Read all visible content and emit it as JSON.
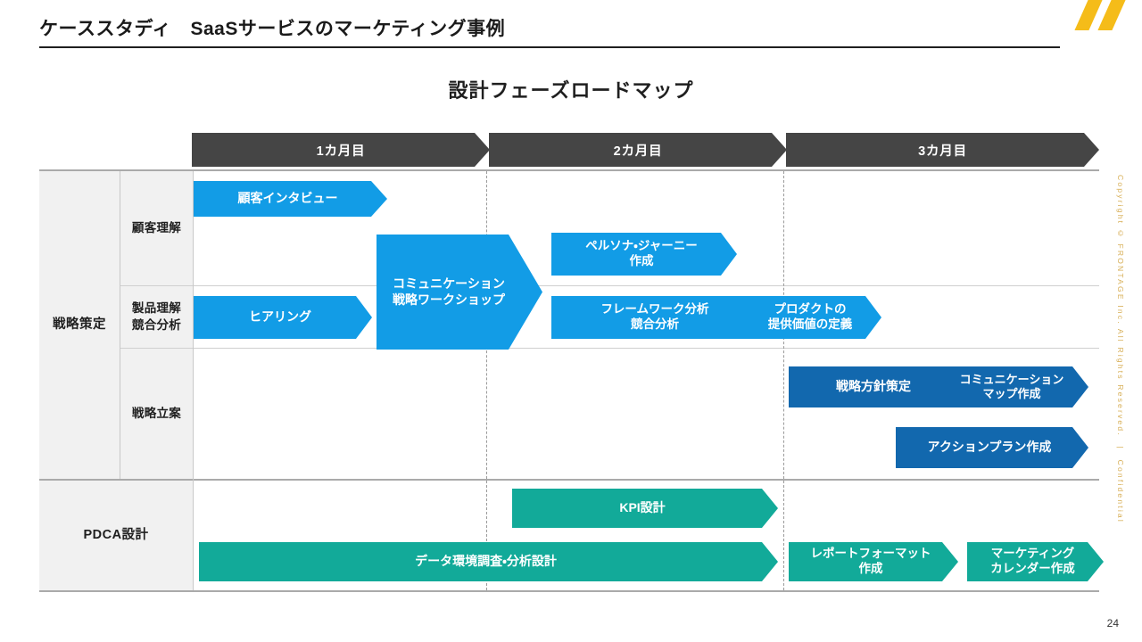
{
  "slide": {
    "header_title": "ケーススタディ　SaaSサービスのマーケティング事例",
    "chart_title": "設計フェーズロードマップ",
    "confidential_note": "Copyright © FRONTAGE Inc. All Rights Reserved.　|　Confidential",
    "page_number": "24"
  },
  "colors": {
    "accent_gold": "#F5BC19",
    "phase_header": "#454545",
    "bar_blue_light": "#129CE6",
    "bar_blue_dark": "#1268AE",
    "bar_teal": "#12AA99",
    "label_bg": "#F1F1F1",
    "grid_line": "#AAAAAA"
  },
  "chart_data": {
    "type": "bar",
    "title": "設計フェーズロードマップ",
    "xlabel": "",
    "ylabel": "",
    "grid": true,
    "legend": "none",
    "categories": [
      "1カ月目",
      "2カ月目",
      "3カ月目"
    ],
    "xlim": [
      0,
      3
    ],
    "phases": [
      {
        "label": "1カ月目",
        "start": 0,
        "end": 1
      },
      {
        "label": "2カ月目",
        "start": 1,
        "end": 2
      },
      {
        "label": "3カ月目",
        "start": 2,
        "end": 3
      }
    ],
    "groups": [
      {
        "name": "戦略策定",
        "rows": [
          {
            "name": "顧客理解",
            "tasks": [
              {
                "label": "顧客インタビュー",
                "start": 0.0,
                "end": 0.64,
                "color": "#129CE6"
              },
              {
                "label": "ペルソナ・ジャーニー\n作成",
                "start": 1.2,
                "end": 1.83,
                "color": "#129CE6"
              }
            ]
          },
          {
            "name": "製品理解\n競合分析",
            "tasks": [
              {
                "label": "ヒアリング",
                "start": 0.0,
                "end": 0.62,
                "color": "#129CE6"
              },
              {
                "label": "フレームワーク分析\n競合分析",
                "start": 1.2,
                "end": 1.92,
                "color": "#129CE6"
              },
              {
                "label": "プロダクトの\n提供価値の定義",
                "start": 1.93,
                "end": 2.38,
                "color": "#129CE6"
              }
            ]
          },
          {
            "name": "戦略立案",
            "tasks": [
              {
                "label": "戦略方針策定",
                "start": 2.06,
                "end": 2.66,
                "color": "#1268AE"
              },
              {
                "label": "コミュニケーション\nマップ作成",
                "start": 2.57,
                "end": 3.05,
                "color": "#1268AE"
              },
              {
                "label": "アクションプラン作成",
                "start": 2.4,
                "end": 3.03,
                "color": "#1268AE"
              }
            ]
          }
        ],
        "spanning_tasks": [
          {
            "label": "コミュニケーション\n戦略ワークショップ",
            "start": 0.63,
            "end": 1.22,
            "color": "#129CE6"
          }
        ]
      },
      {
        "name": "PDCA設計",
        "rows": [
          {
            "name": "",
            "tasks": [
              {
                "label": "KPI設計",
                "start": 1.07,
                "end": 2.0,
                "color": "#12AA99"
              },
              {
                "label": "データ環境調査・分析設計",
                "start": 0.03,
                "end": 2.0,
                "color": "#12AA99"
              },
              {
                "label": "レポートフォーマット\n作成",
                "start": 2.02,
                "end": 2.55,
                "color": "#12AA99"
              },
              {
                "label": "マーケティング\nカレンダー作成",
                "start": 2.57,
                "end": 3.04,
                "color": "#12AA99"
              }
            ]
          }
        ]
      }
    ]
  },
  "phase_headers": [
    {
      "label": "1カ月目"
    },
    {
      "label": "2カ月目"
    },
    {
      "label": "3カ月目"
    }
  ],
  "row_labels": {
    "group_strategy": "戦略策定",
    "sub_customer": "顧客理解",
    "sub_product": "製品理解\n競合分析",
    "sub_planning": "戦略立案",
    "group_pdca": "PDCA設計"
  },
  "bars": {
    "b1": "顧客インタビュー",
    "b2": "コミュニケーション\n戦略ワークショップ",
    "b3": "ペルソナ・ジャーニー\n作成",
    "b4": "ヒアリング",
    "b5": "フレームワーク分析\n競合分析",
    "b6": "プロダクトの\n提供価値の定義",
    "b7": "戦略方針策定",
    "b8": "コミュニケーション\nマップ作成",
    "b9": "アクションプラン作成",
    "b10": "KPI設計",
    "b11": "データ環境調査・分析設計",
    "b12": "レポートフォーマット\n作成",
    "b13": "マーケティング\nカレンダー作成"
  }
}
